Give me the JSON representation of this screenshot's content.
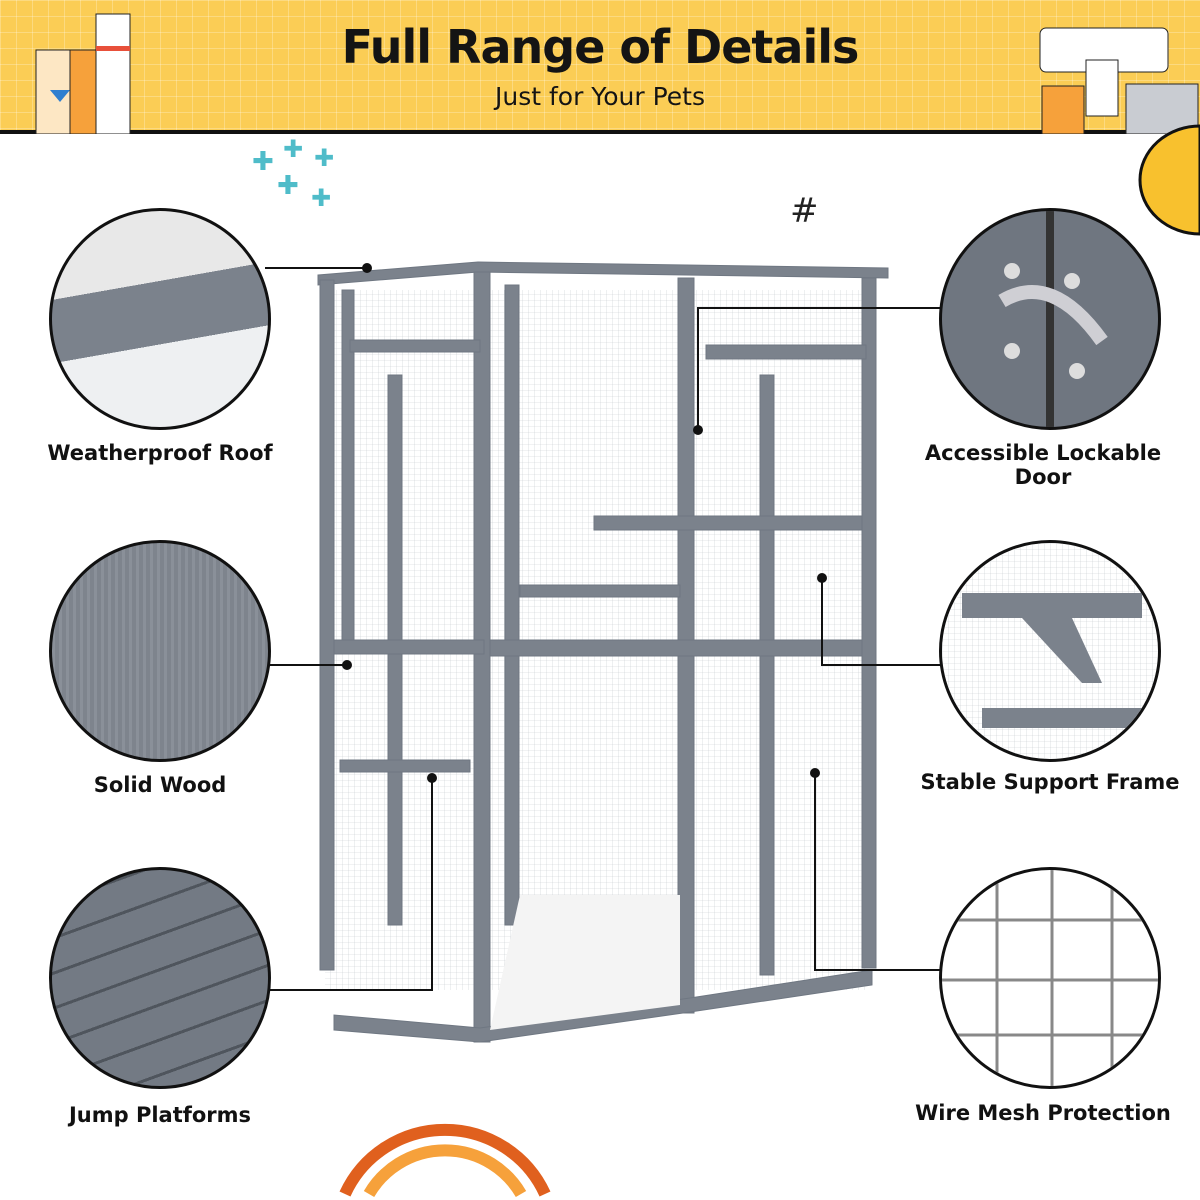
{
  "header": {
    "title": "Full Range of Details",
    "subtitle": "Just for Your Pets",
    "background": "#fbcd55"
  },
  "features": [
    {
      "label": "Weatherproof Roof",
      "icon": "roof-detail"
    },
    {
      "label": "Solid Wood",
      "icon": "wood-detail"
    },
    {
      "label": "Jump Platforms",
      "icon": "platform-detail"
    },
    {
      "label": "Accessible Lockable Door",
      "icon": "latch-detail"
    },
    {
      "label": "Stable Support Frame",
      "icon": "shelf-bracket-detail"
    },
    {
      "label": "Wire Mesh Protection",
      "icon": "wire-mesh-detail"
    }
  ],
  "colors": {
    "frame": "#7b828c",
    "accent_teal": "#4fbcc9",
    "accent_orange": "#f08a1e"
  }
}
